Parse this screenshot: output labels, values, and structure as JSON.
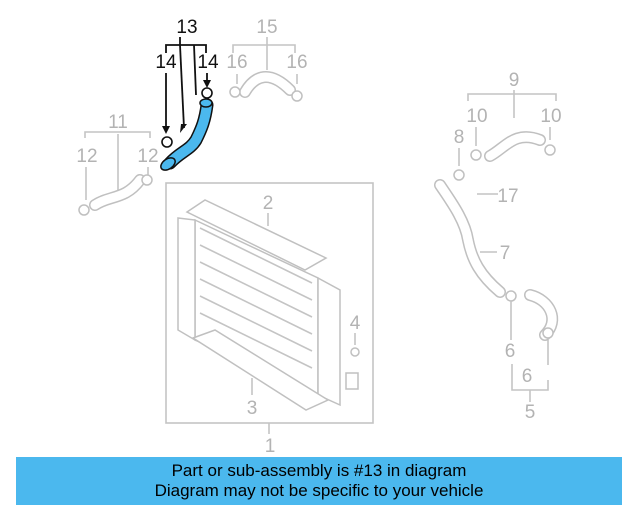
{
  "diagram": {
    "callouts": {
      "c1": "1",
      "c2": "2",
      "c3": "3",
      "c4": "4",
      "c5": "5",
      "c6a": "6",
      "c6b": "6",
      "c7": "7",
      "c8": "8",
      "c9": "9",
      "c10a": "10",
      "c10b": "10",
      "c11": "11",
      "c12a": "12",
      "c12b": "12",
      "c13": "13",
      "c14a": "14",
      "c14b": "14",
      "c15": "15",
      "c16a": "16",
      "c16b": "16",
      "c17": "17"
    },
    "highlight_color": "#4bb8ee",
    "line_color": "#c4c4c4"
  },
  "banner": {
    "line1": "Part or sub-assembly is #13 in diagram",
    "line2": "Diagram may not be specific to your vehicle",
    "color": "#4bb8ee"
  }
}
